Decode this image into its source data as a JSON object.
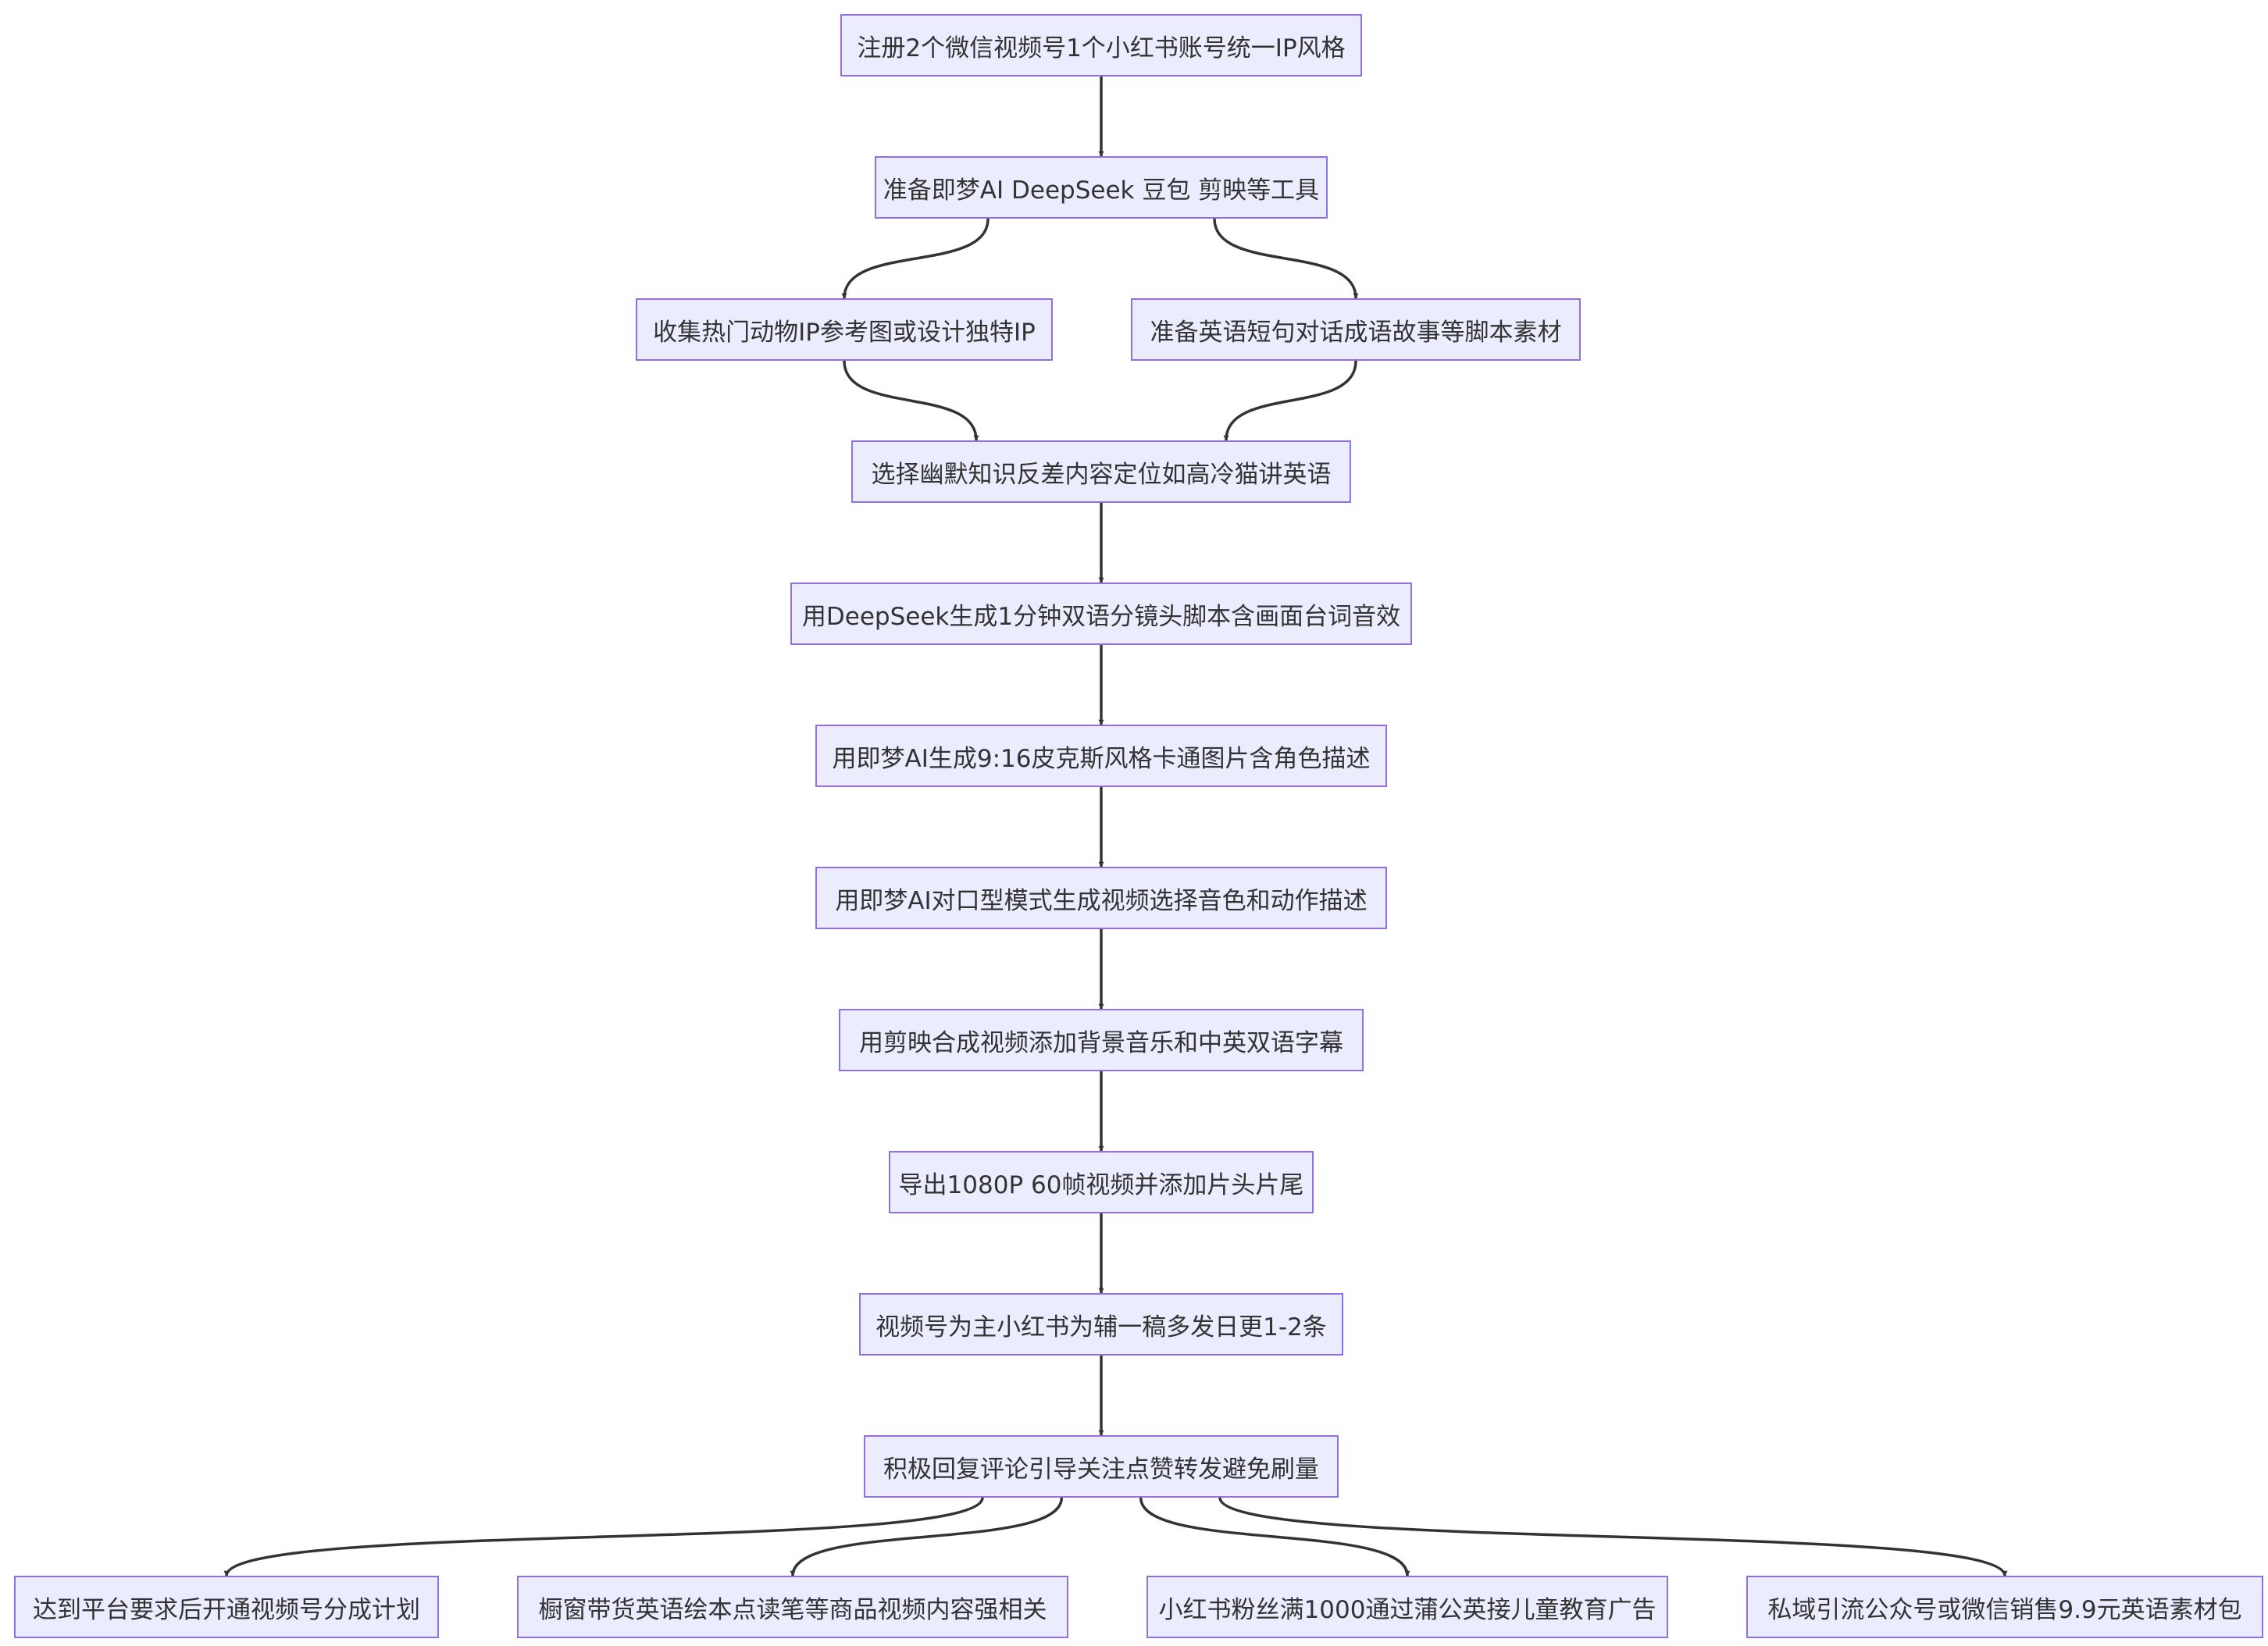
{
  "colors": {
    "node_fill": "#ECECFF",
    "node_border": "#9370DB",
    "edge": "#333333",
    "text": "#333333"
  },
  "nodes": [
    {
      "id": "n1",
      "label": "注册2个微信视频号1个小红书账号统一IP风格"
    },
    {
      "id": "n2",
      "label": "准备即梦AI DeepSeek 豆包 剪映等工具"
    },
    {
      "id": "n3",
      "label": "收集热门动物IP参考图或设计独特IP"
    },
    {
      "id": "n4",
      "label": "准备英语短句对话成语故事等脚本素材"
    },
    {
      "id": "n5",
      "label": "选择幽默知识反差内容定位如高冷猫讲英语"
    },
    {
      "id": "n6",
      "label": "用DeepSeek生成1分钟双语分镜头脚本含画面台词音效"
    },
    {
      "id": "n7",
      "label": "用即梦AI生成9:16皮克斯风格卡通图片含角色描述"
    },
    {
      "id": "n8",
      "label": "用即梦AI对口型模式生成视频选择音色和动作描述"
    },
    {
      "id": "n9",
      "label": "用剪映合成视频添加背景音乐和中英双语字幕"
    },
    {
      "id": "n10",
      "label": "导出1080P 60帧视频并添加片头片尾"
    },
    {
      "id": "n11",
      "label": "视频号为主小红书为辅一稿多发日更1-2条"
    },
    {
      "id": "n12",
      "label": "积极回复评论引导关注点赞转发避免刷量"
    },
    {
      "id": "n13",
      "label": "达到平台要求后开通视频号分成计划"
    },
    {
      "id": "n14",
      "label": "橱窗带货英语绘本点读笔等商品视频内容强相关"
    },
    {
      "id": "n15",
      "label": "小红书粉丝满1000通过蒲公英接儿童教育广告"
    },
    {
      "id": "n16",
      "label": "私域引流公众号或微信销售9.9元英语素材包"
    }
  ],
  "edges": [
    [
      "n1",
      "n2"
    ],
    [
      "n2",
      "n3"
    ],
    [
      "n2",
      "n4"
    ],
    [
      "n3",
      "n5"
    ],
    [
      "n4",
      "n5"
    ],
    [
      "n5",
      "n6"
    ],
    [
      "n6",
      "n7"
    ],
    [
      "n7",
      "n8"
    ],
    [
      "n8",
      "n9"
    ],
    [
      "n9",
      "n10"
    ],
    [
      "n10",
      "n11"
    ],
    [
      "n11",
      "n12"
    ],
    [
      "n12",
      "n13"
    ],
    [
      "n12",
      "n14"
    ],
    [
      "n12",
      "n15"
    ],
    [
      "n12",
      "n16"
    ]
  ]
}
